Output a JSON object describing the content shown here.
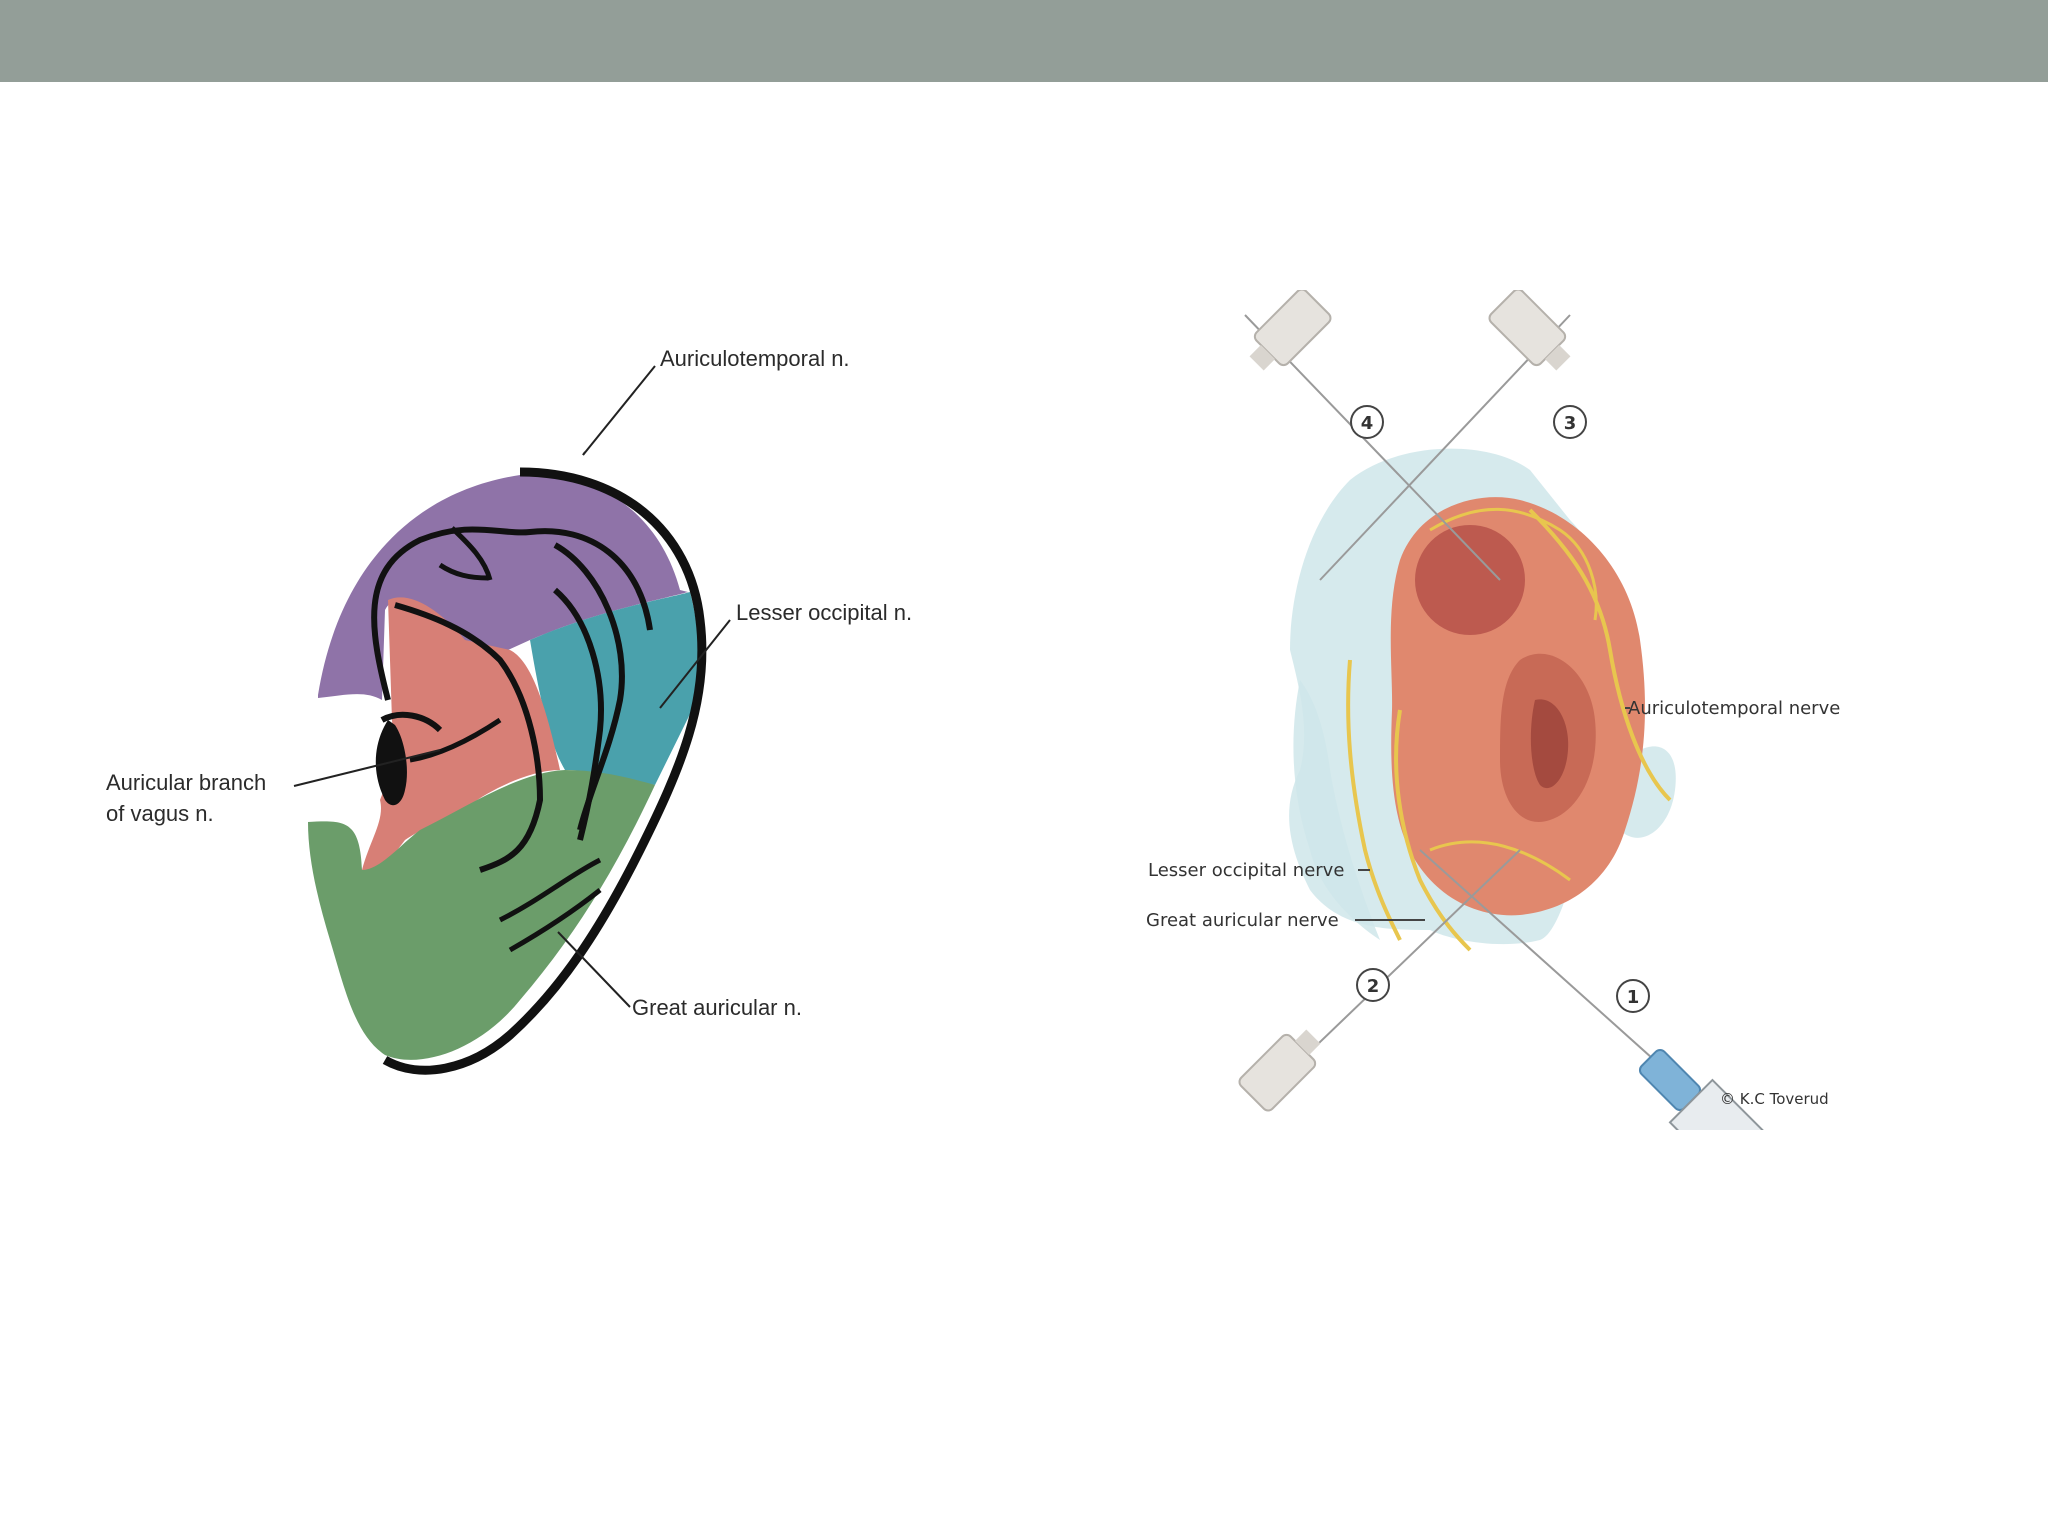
{
  "slide": {
    "header_color": "#939e98"
  },
  "left_figure": {
    "labels": {
      "auriculotemporal": "Auriculotemporal n.",
      "lesser_occipital": "Lesser occipital n.",
      "vagus_line1": "Auricular branch",
      "vagus_line2": "of vagus n.",
      "great_auricular": "Great auricular n."
    },
    "region_colors": {
      "auriculotemporal": "#8f73a8",
      "lesser_occipital": "#4aa1ac",
      "vagus": "#d77f76",
      "great_auricular": "#6b9d6a"
    }
  },
  "right_figure": {
    "labels": {
      "auriculotemporal_nerve": "Auriculotemporal nerve",
      "lesser_occipital_nerve": "Lesser occipital nerve",
      "great_auricular_nerve": "Great auricular nerve",
      "copyright": "© K.C Toverud"
    },
    "injection_points": [
      "1",
      "2",
      "3",
      "4"
    ],
    "colors": {
      "nerve": "#e8c64e",
      "ear_skin": "#e0886e",
      "anesthetic_zone": "#cfe6ea",
      "needle_hub_blue": "#7fb3d8"
    }
  }
}
